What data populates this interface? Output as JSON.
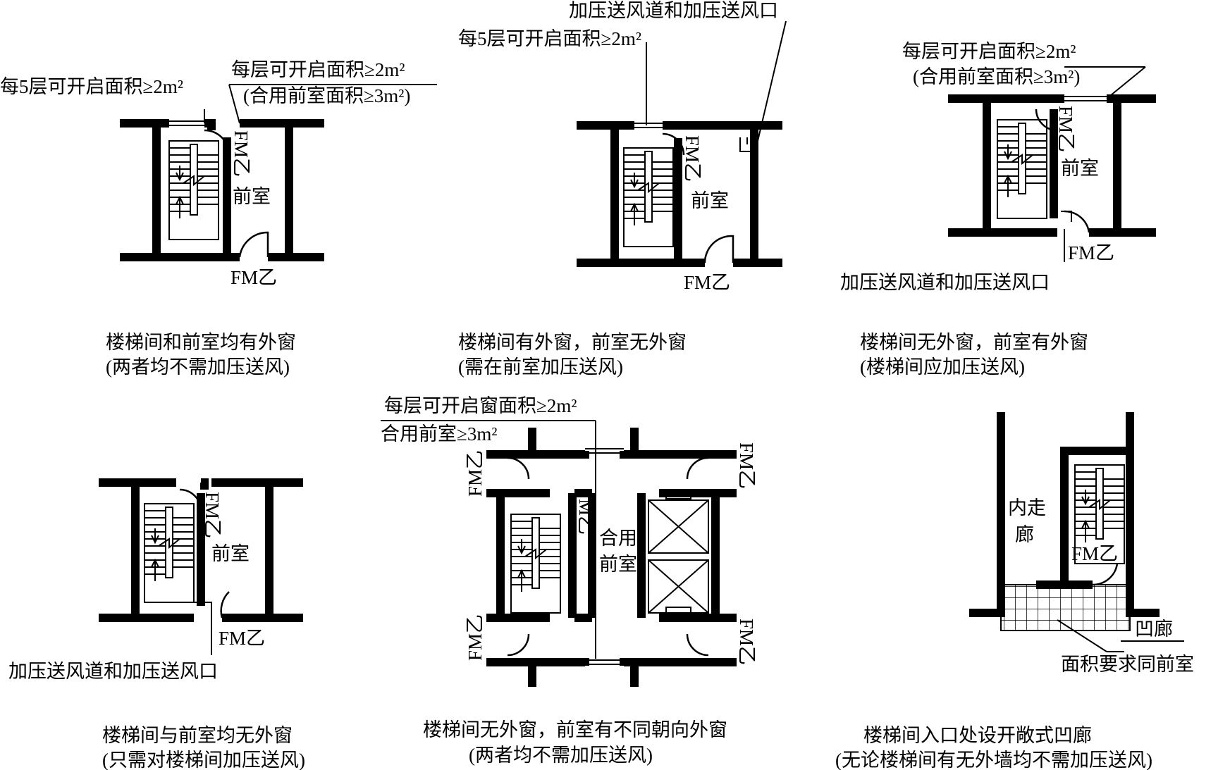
{
  "labels": {
    "every5_area": "每5层可开启面积≥2m²",
    "each_floor_area": "每层可开启面积≥2m²",
    "combined_area": "(合用前室面积≥3m²)",
    "each_floor_window_area": "每层可开启窗面积≥2m²",
    "combined_vest_3": "合用前室≥3m²",
    "duct_outlet": "加压送风道和加压送风口",
    "door": "FM乙",
    "vestibule": "前室",
    "combined_vest_a": "合用",
    "combined_vest_b": "前室",
    "inner_corridor_a": "内走",
    "inner_corridor_b": "廊",
    "recess_corridor": "凹廊",
    "area_same": "面积要求同前室"
  },
  "captions": [
    {
      "line1": "楼梯间和前室均有外窗",
      "line2": "(两者均不需加压送风)"
    },
    {
      "line1": "楼梯间有外窗，前室无外窗",
      "line2": "(需在前室加压送风)"
    },
    {
      "line1": "楼梯间无外窗，前室有外窗",
      "line2": "(楼梯间应加压送风)"
    },
    {
      "line1": "楼梯间与前室均无外窗",
      "line2": "(只需对楼梯间加压送风)"
    },
    {
      "line1": "楼梯间无外窗，前室有不同朝向外窗",
      "line2": "(两者均不需加压送风)"
    },
    {
      "line1": "楼梯间入口处设开敞式凹廊",
      "line2": "(无论楼梯间有无外墙均不需加压送风)"
    }
  ]
}
